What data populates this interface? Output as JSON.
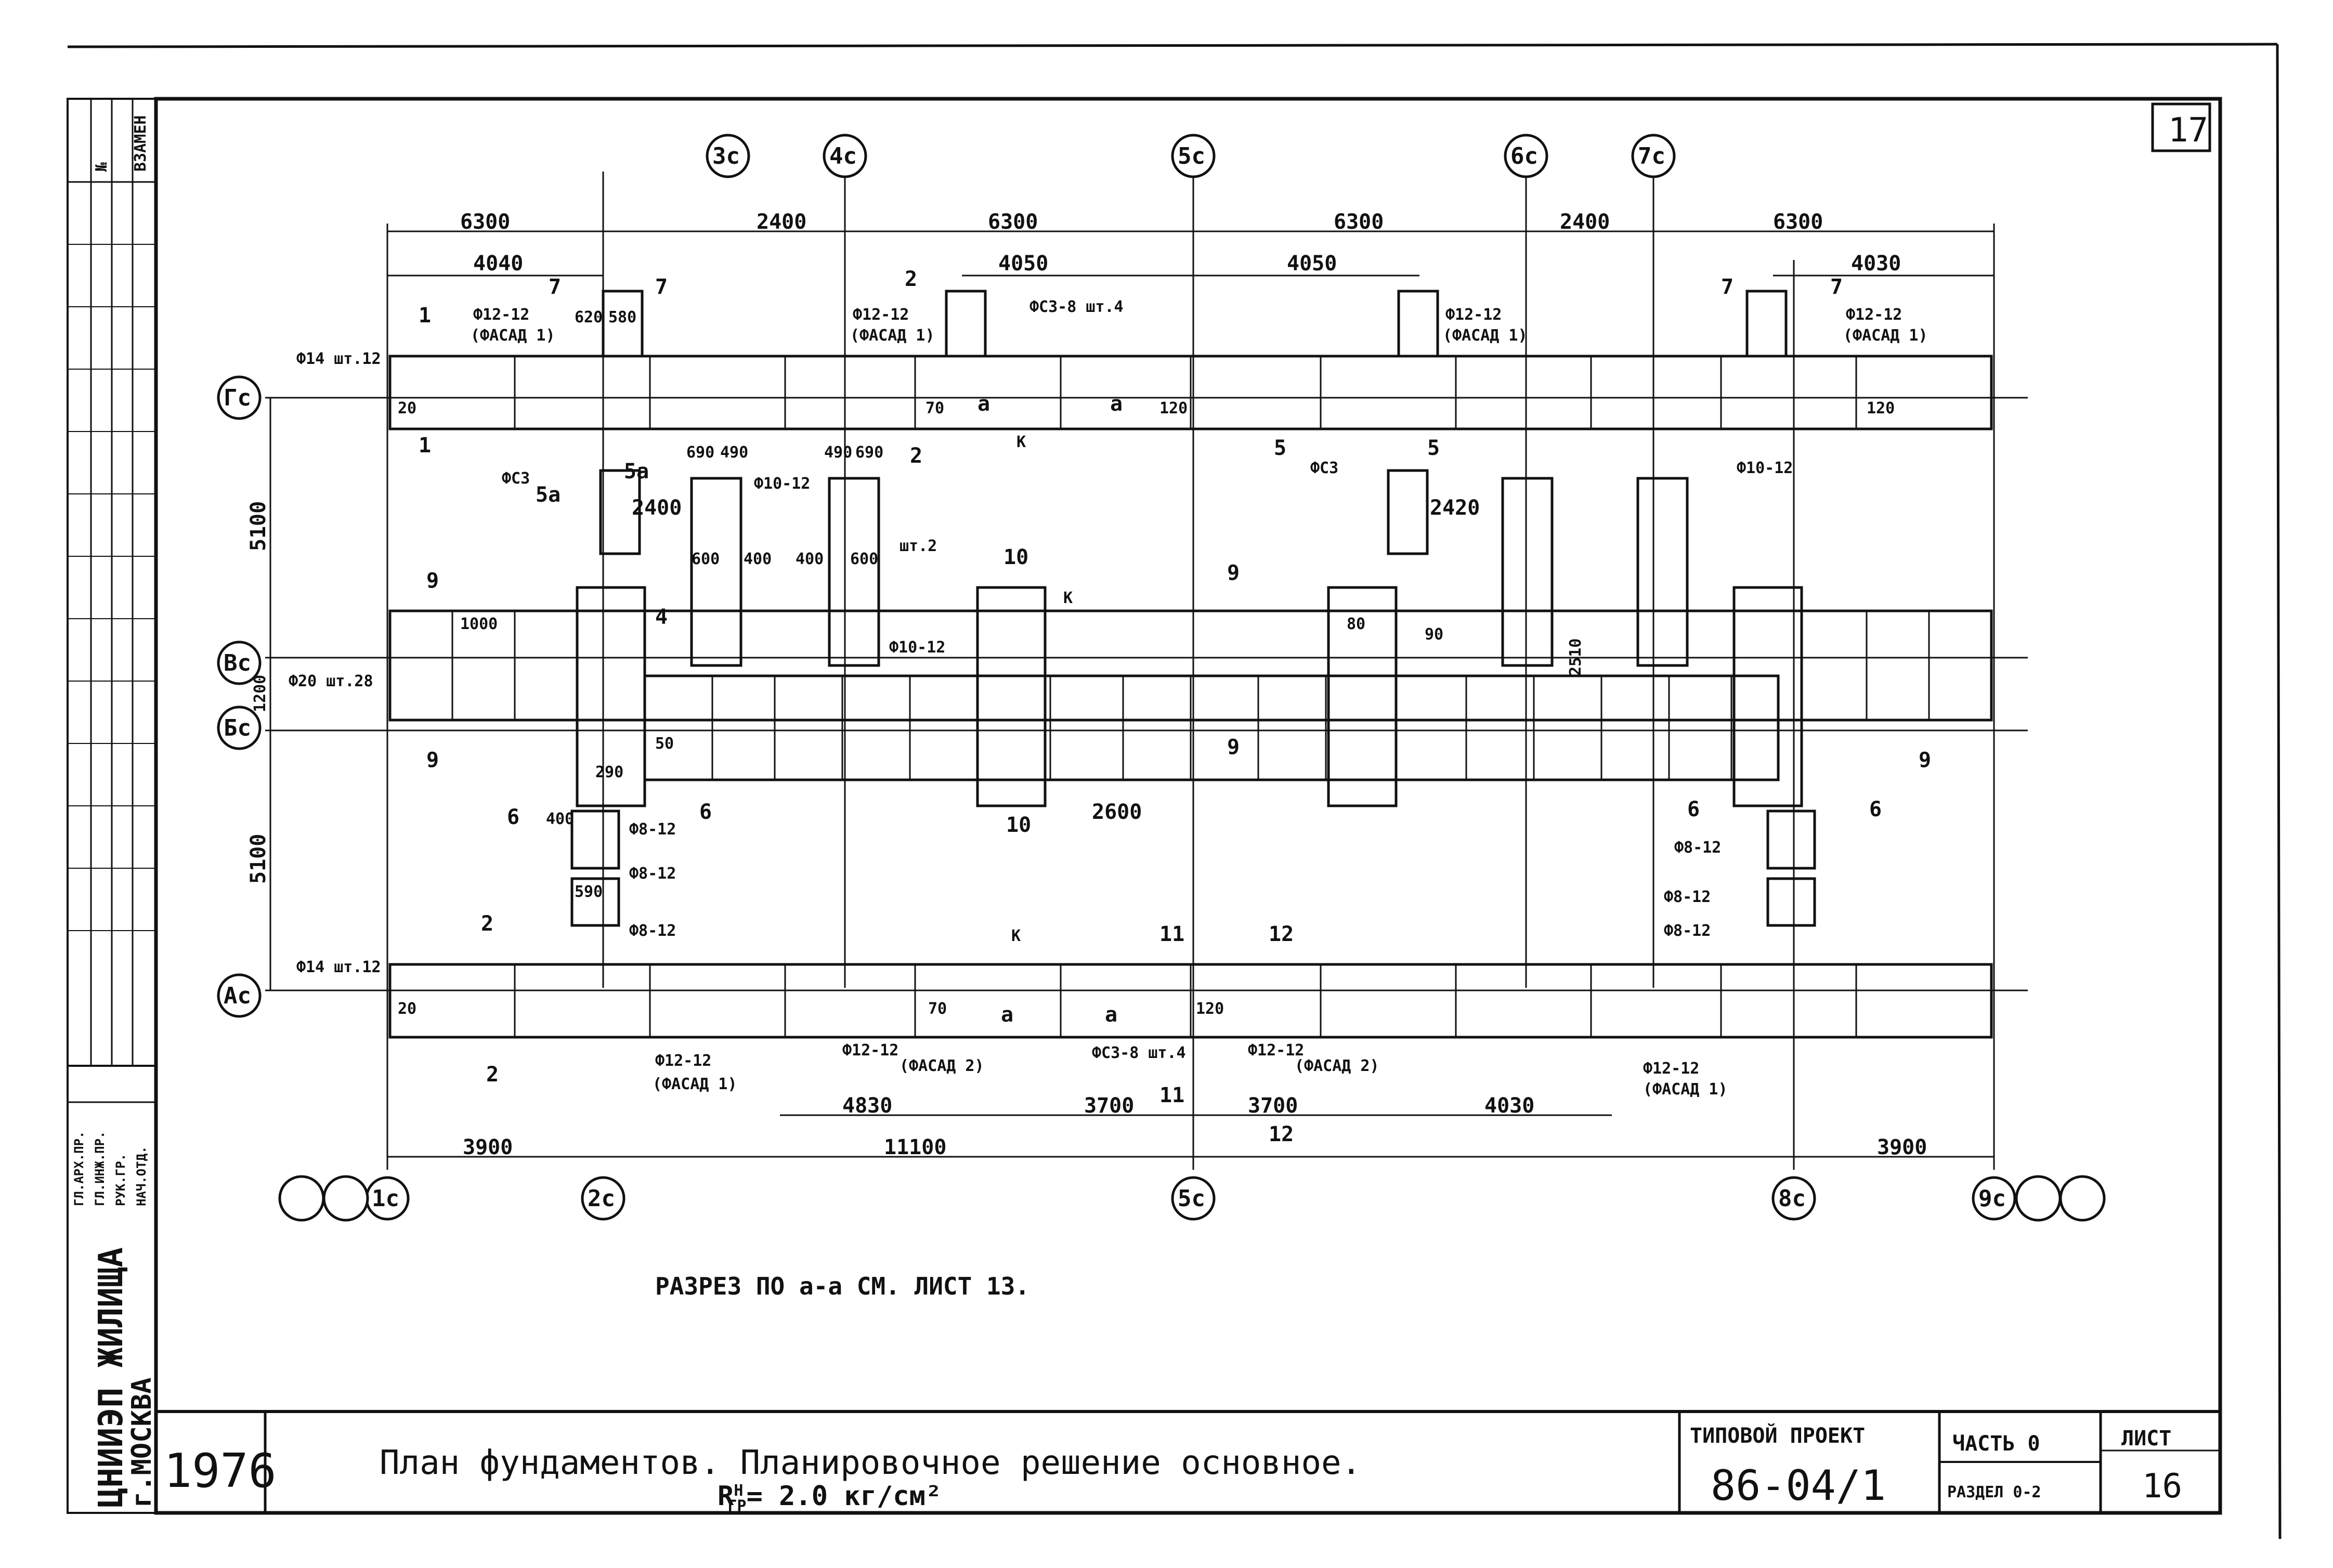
{
  "sheet": {
    "corner_number": "17",
    "year": "1976",
    "org": "ЦНИИЭП ЖИЛИЩА",
    "city": "г.МОСКВА",
    "left_strip_label": "ВЗАМЕН",
    "left_strip_n": "№",
    "left_stamp_lines": [
      "ГЛ.АРХ.ПР.",
      "ГЛ.ИНЖ.ПР.",
      "РУК.ГР.",
      "НАЧ.ОТД."
    ]
  },
  "title_block": {
    "title_line1": "План фундаментов. Планировочное решение основное.",
    "title_line2": "R",
    "title_super": "Н",
    "title_sub": "ГР",
    "title_value": "= 2.0 кг/см²",
    "project_label": "ТИПОВОЙ ПРОЕКТ",
    "project_number": "86-04/1",
    "part_label": "ЧАСТЬ 0",
    "section_label": "РАЗДЕЛ 0-2",
    "sheet_label": "ЛИСТ",
    "sheet_number": "16"
  },
  "note": "РАЗРЕЗ ПО а-а СМ. ЛИСТ 13.",
  "axes": {
    "top": [
      "3с",
      "4с",
      "5с",
      "6с",
      "7с"
    ],
    "bottom": [
      "1с",
      "2с",
      "5с",
      "8с",
      "9с"
    ],
    "left": [
      "Гс",
      "Вс",
      "Бс",
      "Ас"
    ]
  },
  "dims": {
    "top_row1": [
      "6300",
      "2400",
      "6300",
      "6300",
      "2400",
      "6300"
    ],
    "top_row2": [
      "4040",
      "4050",
      "4050",
      "4030"
    ],
    "bottom_row1": [
      "4830",
      "3700",
      "3700",
      "4030"
    ],
    "bottom_row2": [
      "3900",
      "11100",
      "11100",
      "3900"
    ],
    "left": [
      "5100",
      "1200",
      "5100"
    ],
    "inner": [
      "2400",
      "2420",
      "2600",
      "2510"
    ]
  },
  "labels": {
    "rebar_phi14": "Ф14 шт.12",
    "rebar_phi20": "Ф20 шт.28",
    "rebar_phi12_facade": "Ф12-12",
    "facade1": "(ФАСАД 1)",
    "facade2": "(ФАСАД 2)",
    "rebar_c3_8": "ФС3-8 шт.4",
    "rebar_phi10": "Ф10-12",
    "rebar_phi10_sht2": "шт.2",
    "rebar_phi8": "Ф8-12",
    "rebar_phi3": "ФС3",
    "k": "К",
    "a": "а",
    "dims_blocks": [
      "620",
      "580",
      "690",
      "490",
      "600",
      "400",
      "1000",
      "90",
      "70",
      "20",
      "120",
      "50",
      "80",
      "290",
      "590",
      "400"
    ],
    "section_marks": [
      "1",
      "2",
      "4",
      "5",
      "5а",
      "6",
      "7",
      "9",
      "10",
      "11",
      "12"
    ]
  }
}
